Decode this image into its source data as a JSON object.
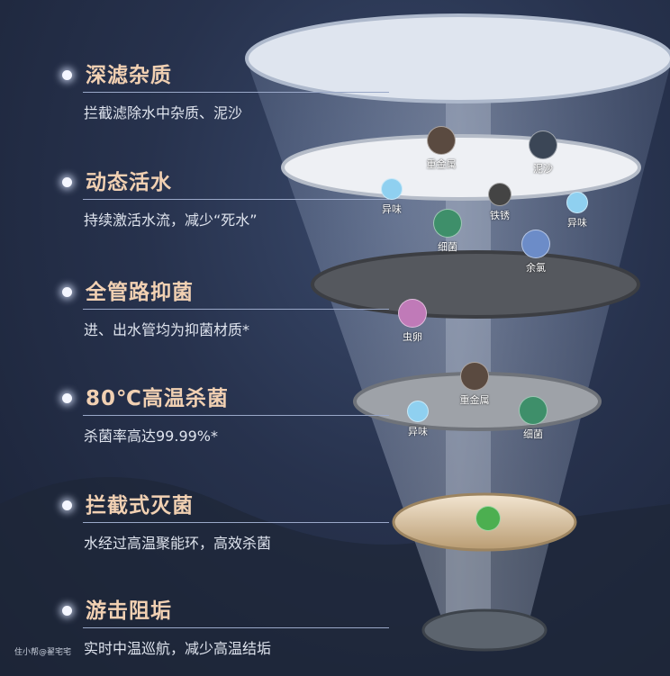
{
  "features": [
    {
      "title": "深滤杂质",
      "desc": "拦截滤除水中杂质、泥沙"
    },
    {
      "title": "动态活水",
      "desc": "持续激活水流，减少“死水”"
    },
    {
      "title": "全管路抑菌",
      "desc": "进、出水管均为抑菌材质*"
    },
    {
      "title": "80℃高温杀菌",
      "desc": "杀菌率高达99.99%*"
    },
    {
      "title": "拦截式灭菌",
      "desc": "水经过高温聚能环，高效杀菌"
    },
    {
      "title": "游击阻垢",
      "desc": "实时中温巡航，减少高温结垢"
    }
  ],
  "particles": [
    {
      "label": "重金属",
      "color": "#5a4a40"
    },
    {
      "label": "泥沙",
      "color": "#3b4656"
    },
    {
      "label": "异味",
      "color": "#8fd0f0"
    },
    {
      "label": "铁锈",
      "color": "#444"
    },
    {
      "label": "异味",
      "color": "#8fd0f0"
    },
    {
      "label": "细菌",
      "color": "#3e8f6a"
    },
    {
      "label": "余氯",
      "color": "#6c8cc8"
    },
    {
      "label": "虫卵",
      "color": "#c07ab8"
    },
    {
      "label": "重金属",
      "color": "#5a4a40"
    },
    {
      "label": "异味",
      "color": "#8fd0f0"
    },
    {
      "label": "细菌",
      "color": "#3e8f6a"
    }
  ],
  "watermark": "住小帮@翟宅宅"
}
